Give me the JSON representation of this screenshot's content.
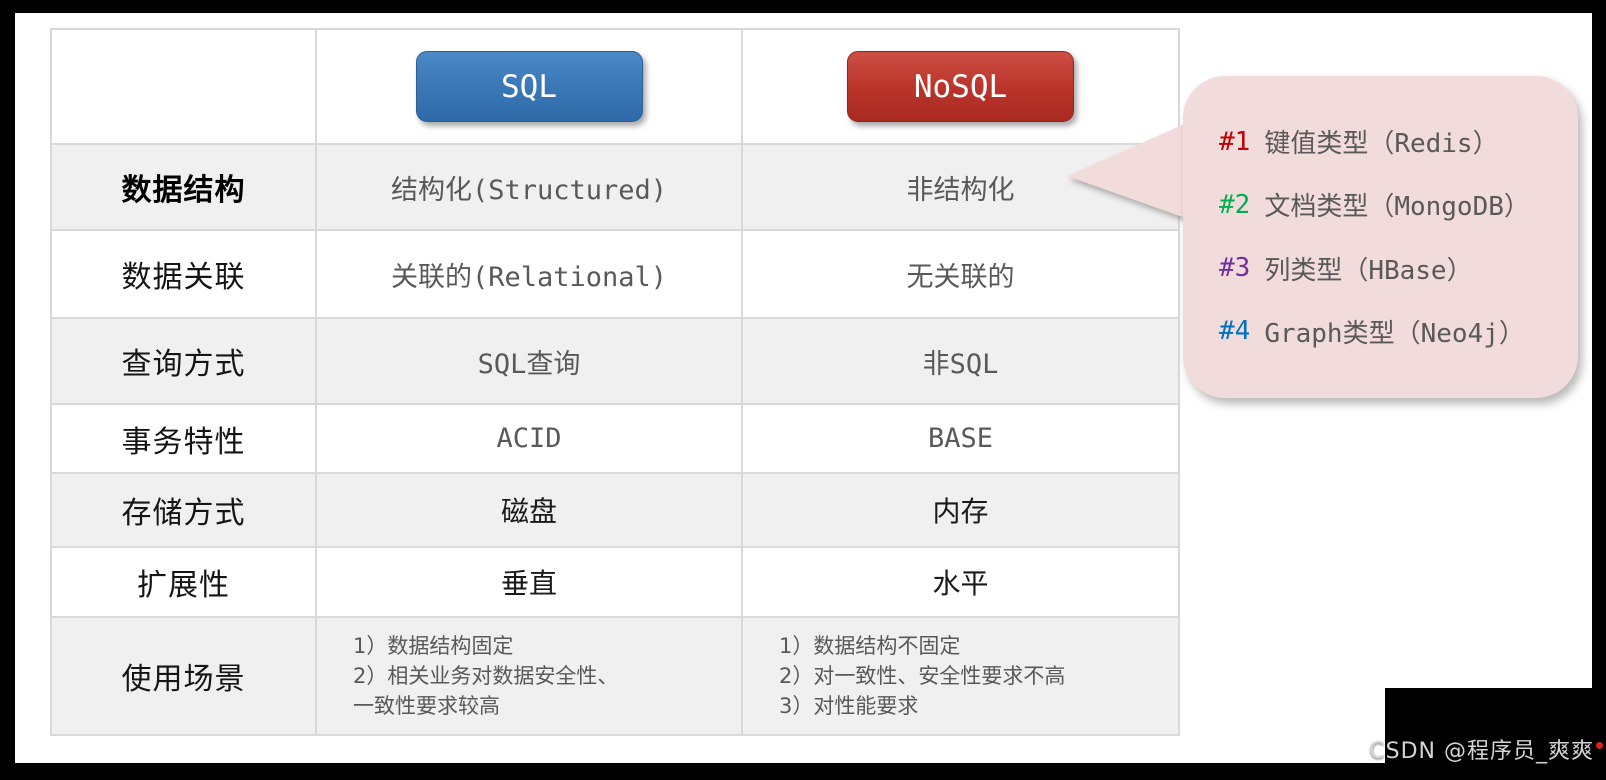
{
  "table": {
    "header": {
      "sql_label": "SQL",
      "nosql_label": "NoSQL"
    },
    "rows": [
      {
        "label": "数据结构",
        "sql": "结构化(Structured)",
        "nosql": "非结构化"
      },
      {
        "label": "数据关联",
        "sql": "关联的(Relational)",
        "nosql": "无关联的"
      },
      {
        "label": "查询方式",
        "sql": "SQL查询",
        "nosql": "非SQL"
      },
      {
        "label": "事务特性",
        "sql": "ACID",
        "nosql": "BASE"
      },
      {
        "label": "存储方式",
        "sql": "磁盘",
        "nosql": "内存"
      },
      {
        "label": "扩展性",
        "sql": "垂直",
        "nosql": "水平"
      },
      {
        "label": "使用场景",
        "sql_lines": [
          "1）数据结构固定",
          "2）相关业务对数据安全性、",
          "一致性要求较高"
        ],
        "nosql_lines": [
          "1）数据结构不固定",
          "2）对一致性、安全性要求不高",
          "3）对性能要求"
        ]
      }
    ]
  },
  "callout": {
    "items": [
      {
        "num": "#1",
        "color": "#c00000",
        "text": "键值类型（Redis）"
      },
      {
        "num": "#2",
        "color": "#00b050",
        "text": "文档类型（MongoDB）"
      },
      {
        "num": "#3",
        "color": "#7030a0",
        "text": "列类型（HBase）"
      },
      {
        "num": "#4",
        "color": "#0070c0",
        "text": "Graph类型（Neo4j）"
      }
    ]
  },
  "watermark": {
    "text": "CSDN @程序员_爽爽"
  },
  "colors": {
    "sql_button": "#3b79b9",
    "nosql_button": "#bb352b",
    "bubble_fill": "#f2dbdb",
    "row_alt_bg": "#f0f0f0",
    "grid_line": "#d9d9d9",
    "value_text": "#595959",
    "frame": "#000000"
  }
}
